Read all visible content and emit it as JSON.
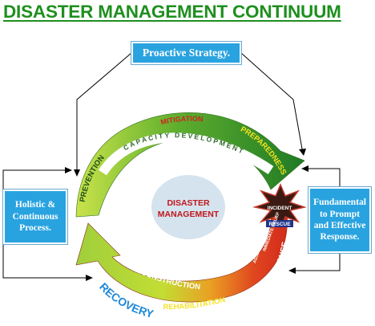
{
  "title": "DISASTER MANAGEMENT CONTINUUM",
  "boxes": {
    "proactive": "Proactive Strategy.",
    "holistic": "Holistic & Continuous Process.",
    "fundamental": "Fundamental to Prompt and Effective Response."
  },
  "center": "DISASTER MANAGEMENT",
  "cycle_labels": {
    "mitigation": "MITIGATION",
    "capacity": "CAPACITY DEVELOPMENT",
    "preparedness": "PREPAREDNESS",
    "prevention": "PREVENTION",
    "incident": "INCIDENT",
    "rescue": "RESCUE",
    "immediate_relief": "IMMEDIATE RELIEF",
    "assessment": "ASSESMENT",
    "response": "RESPONSE",
    "reconstruction": "RECONSTRUCTION",
    "rehabilitation": "REHABILITATION",
    "recovery": "RECOVERY"
  },
  "colors": {
    "title": "#1e8f1e",
    "box_fill": "#29a3e0",
    "center_fill": "#d5e3ee",
    "center_text": "#c0161c",
    "recovery_text": "#1e88d8"
  }
}
